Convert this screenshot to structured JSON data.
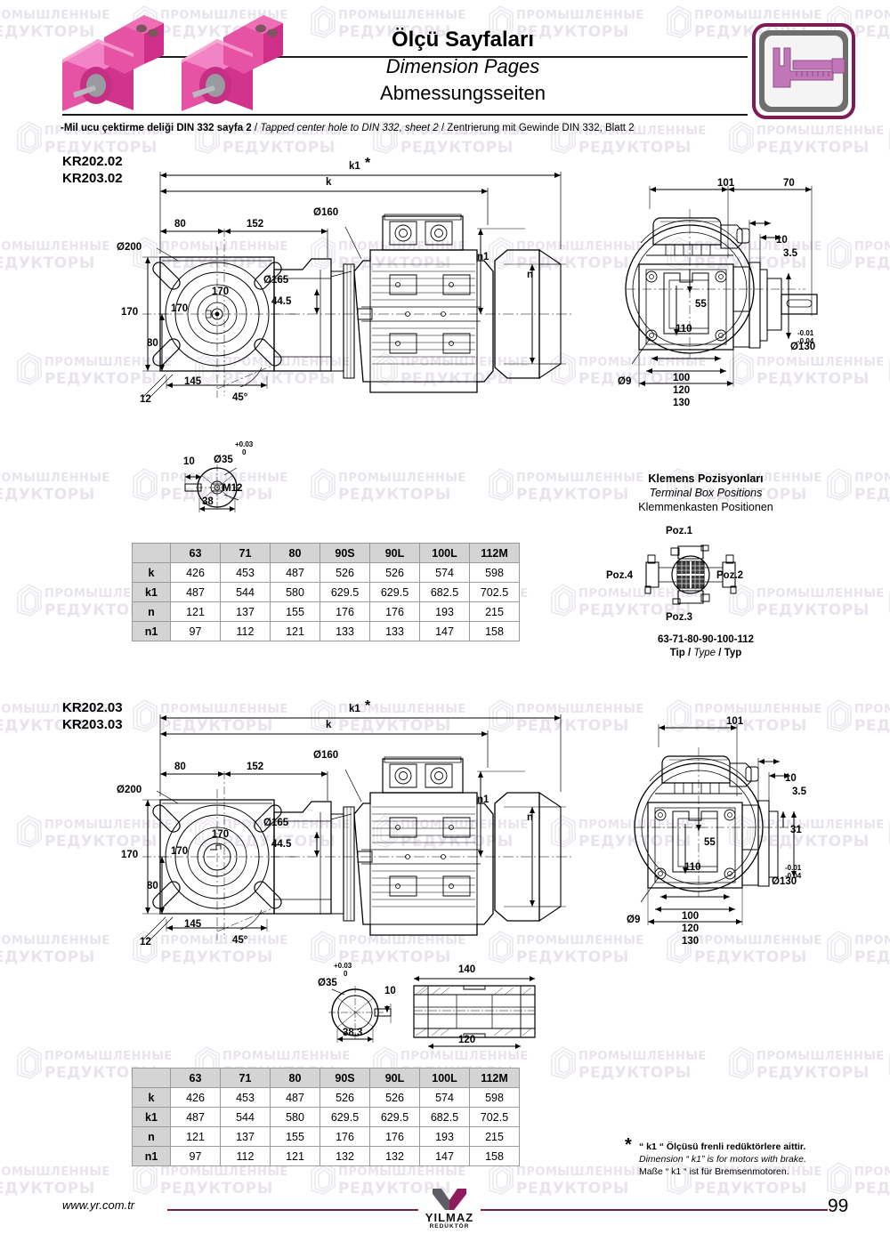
{
  "header": {
    "title_tr": "Ölçü Sayfaları",
    "title_en": "Dimension Pages",
    "title_de": "Abmessungsseiten",
    "subtitle_tr": "-Mil ucu çektirme deliği DIN 332 sayfa 2",
    "subtitle_en": "Tapped center hole to DIN 332, sheet 2",
    "subtitle_de": "Zentrierung mit Gewinde DIN 332, Blatt 2",
    "separator": "/",
    "badge_icon": "caliper-icon",
    "badge_color": "#b1569b",
    "badge_frame_color": "#7d1b53",
    "product_image_alt": "gearmotor-photo",
    "product_color": "#e0449a"
  },
  "watermark": {
    "line1": "ПРОМЫШЛЕННЫЕ",
    "line2": "РЕДУКТОРЫ",
    "color": "#e9e4ec"
  },
  "sections": [
    {
      "id": "kr202-02",
      "model_line1": "KR202.02",
      "model_line2": "KR203.02",
      "front_view": {
        "dims": [
          {
            "name": "k1-star",
            "text": "k1"
          },
          {
            "name": "k",
            "text": "k"
          },
          {
            "name": "width-80",
            "text": "80"
          },
          {
            "name": "width-152",
            "text": "152"
          },
          {
            "name": "flange-dia-200",
            "text": "Ø200"
          },
          {
            "name": "spigot-dia-165",
            "text": "Ø165"
          },
          {
            "name": "motor-dia-160",
            "text": "Ø160"
          },
          {
            "name": "height-170-left",
            "text": "170"
          },
          {
            "name": "pcd-170-a",
            "text": "170"
          },
          {
            "name": "pcd-170-b",
            "text": "170"
          },
          {
            "name": "height-80",
            "text": "80"
          },
          {
            "name": "offset-44-5",
            "text": "44.5"
          },
          {
            "name": "width-145",
            "text": "145"
          },
          {
            "name": "thickness-12",
            "text": "12"
          },
          {
            "name": "angle-45",
            "text": "45°"
          },
          {
            "name": "n1",
            "text": "n1"
          },
          {
            "name": "n",
            "text": "n"
          }
        ]
      },
      "side_view": {
        "dims": [
          {
            "name": "length-101",
            "text": "101"
          },
          {
            "name": "length-70",
            "text": "70"
          },
          {
            "name": "length-10",
            "text": "10"
          },
          {
            "name": "length-3-5",
            "text": "3.5"
          },
          {
            "name": "height-55",
            "text": "55"
          },
          {
            "name": "height-110",
            "text": "110"
          },
          {
            "name": "hole-dia-9",
            "text": "Ø9"
          },
          {
            "name": "width-100",
            "text": "100"
          },
          {
            "name": "width-120",
            "text": "120"
          },
          {
            "name": "width-130",
            "text": "130"
          },
          {
            "name": "shaft-dia-130",
            "text": "Ø130"
          },
          {
            "name": "tolerance-upper",
            "text": "-0.01"
          },
          {
            "name": "tolerance-lower",
            "text": "-0.04"
          }
        ]
      },
      "shaft_detail": {
        "dims": [
          {
            "name": "shaft-length-10",
            "text": "10"
          },
          {
            "name": "shaft-dia-35",
            "text": "Ø35"
          },
          {
            "name": "tolerance-upper",
            "text": "+0.03"
          },
          {
            "name": "tolerance-lower",
            "text": "0"
          },
          {
            "name": "thread-m12",
            "text": "M12"
          },
          {
            "name": "keyway-38",
            "text": "38"
          }
        ]
      },
      "table": {
        "columns": [
          "",
          "63",
          "71",
          "80",
          "90S",
          "90L",
          "100L",
          "112M"
        ],
        "rows": [
          {
            "label": "k",
            "values": [
              "426",
              "453",
              "487",
              "526",
              "526",
              "574",
              "598"
            ]
          },
          {
            "label": "k1",
            "values": [
              "487",
              "544",
              "580",
              "629.5",
              "629.5",
              "682.5",
              "702.5"
            ]
          },
          {
            "label": "n",
            "values": [
              "121",
              "137",
              "155",
              "176",
              "176",
              "193",
              "215"
            ]
          },
          {
            "label": "n1",
            "values": [
              "97",
              "112",
              "121",
              "133",
              "133",
              "147",
              "158"
            ]
          }
        ]
      }
    },
    {
      "id": "kr202-03",
      "model_line1": "KR202.03",
      "model_line2": "KR203.03",
      "front_view": {
        "dims": [
          {
            "name": "k1-star",
            "text": "k1"
          },
          {
            "name": "k",
            "text": "k"
          },
          {
            "name": "width-80",
            "text": "80"
          },
          {
            "name": "width-152",
            "text": "152"
          },
          {
            "name": "flange-dia-200",
            "text": "Ø200"
          },
          {
            "name": "spigot-dia-165",
            "text": "Ø165"
          },
          {
            "name": "motor-dia-160",
            "text": "Ø160"
          },
          {
            "name": "height-170-left",
            "text": "170"
          },
          {
            "name": "pcd-170-a",
            "text": "170"
          },
          {
            "name": "pcd-170-b",
            "text": "170"
          },
          {
            "name": "height-80",
            "text": "80"
          },
          {
            "name": "offset-44-5",
            "text": "44.5"
          },
          {
            "name": "width-145",
            "text": "145"
          },
          {
            "name": "thickness-12",
            "text": "12"
          },
          {
            "name": "angle-45",
            "text": "45°"
          },
          {
            "name": "n1",
            "text": "n1"
          },
          {
            "name": "n",
            "text": "n"
          }
        ]
      },
      "side_view": {
        "dims": [
          {
            "name": "length-101",
            "text": "101"
          },
          {
            "name": "length-10",
            "text": "10"
          },
          {
            "name": "length-3-5",
            "text": "3.5"
          },
          {
            "name": "height-31",
            "text": "31"
          },
          {
            "name": "height-55",
            "text": "55"
          },
          {
            "name": "height-110",
            "text": "110"
          },
          {
            "name": "hole-dia-9",
            "text": "Ø9"
          },
          {
            "name": "width-100",
            "text": "100"
          },
          {
            "name": "width-120",
            "text": "120"
          },
          {
            "name": "width-130",
            "text": "130"
          },
          {
            "name": "bore-dia-130",
            "text": "Ø130"
          },
          {
            "name": "tolerance-upper",
            "text": "-0.01"
          },
          {
            "name": "tolerance-lower",
            "text": "-0.04"
          }
        ]
      },
      "shaft_detail": {
        "dims": [
          {
            "name": "hollow-shaft-dia-35",
            "text": "Ø35"
          },
          {
            "name": "tolerance-upper",
            "text": "+0.03"
          },
          {
            "name": "tolerance-lower",
            "text": "0"
          },
          {
            "name": "keyway-38-3",
            "text": "38.3"
          },
          {
            "name": "key-height-10",
            "text": "10"
          },
          {
            "name": "bush-length-140",
            "text": "140"
          },
          {
            "name": "bush-length-120",
            "text": "120"
          }
        ]
      },
      "table": {
        "columns": [
          "",
          "63",
          "71",
          "80",
          "90S",
          "90L",
          "100L",
          "112M"
        ],
        "rows": [
          {
            "label": "k",
            "values": [
              "426",
              "453",
              "487",
              "526",
              "526",
              "574",
              "598"
            ]
          },
          {
            "label": "k1",
            "values": [
              "487",
              "544",
              "580",
              "629.5",
              "629.5",
              "682.5",
              "702.5"
            ]
          },
          {
            "label": "n",
            "values": [
              "121",
              "137",
              "155",
              "176",
              "176",
              "193",
              "215"
            ]
          },
          {
            "label": "n1",
            "values": [
              "97",
              "112",
              "121",
              "132",
              "132",
              "147",
              "158"
            ]
          }
        ]
      }
    }
  ],
  "terminal_box": {
    "title_tr": "Klemens Pozisyonları",
    "title_en": "Terminal Box Positions",
    "title_de": "Klemmenkasten Positionen",
    "positions": [
      "Poz.1",
      "Poz.2",
      "Poz.3",
      "Poz.4"
    ],
    "types_line": "63-71-80-90-100-112",
    "type_label_tr": "Tip",
    "type_label_en": "Type",
    "type_label_de": "Typ",
    "type_separator": "/"
  },
  "footnote": {
    "marker": "*",
    "line_tr": "“ k1 “ Ölçüsü frenli redüktörlere aittir.",
    "line_en": "Dimension “ k1” is for motors with brake.",
    "line_de": "Maße “ k1 “ ist für Bremsenmotoren."
  },
  "footer": {
    "url": "www.yr.com.tr",
    "page_number": "99",
    "brand_name": "YILMAZ",
    "brand_sub": "REDÜKTÖR",
    "rule_color": "#7d1b53"
  }
}
